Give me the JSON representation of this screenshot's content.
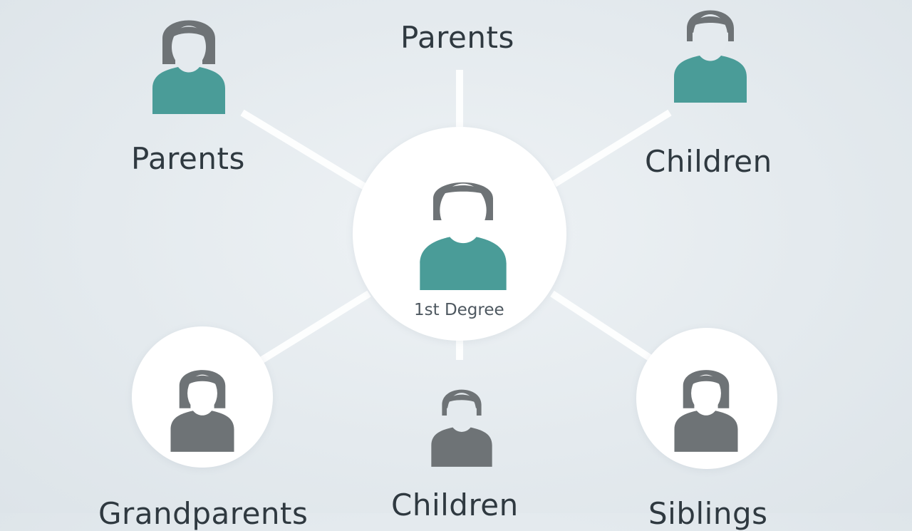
{
  "colors": {
    "teal": "#4a9c98",
    "gray": "#6e7376",
    "background": "#e4eaee",
    "connector": "#ffffff",
    "circle": "#ffffff",
    "text": "#2f3940"
  },
  "center": {
    "label": "1st Degree",
    "icon": "person-icon"
  },
  "nodes": {
    "top_center": {
      "label": "Parents"
    },
    "top_left": {
      "label": "Parents",
      "icon": "person-female-icon"
    },
    "top_right": {
      "label": "Children",
      "icon": "person-male-icon"
    },
    "bottom_left": {
      "label": "Grandparents",
      "icon": "person-female-icon"
    },
    "bottom_center": {
      "label": "Children",
      "icon": "person-male-icon"
    },
    "bottom_right": {
      "label": "Siblings",
      "icon": "person-female-icon"
    }
  }
}
